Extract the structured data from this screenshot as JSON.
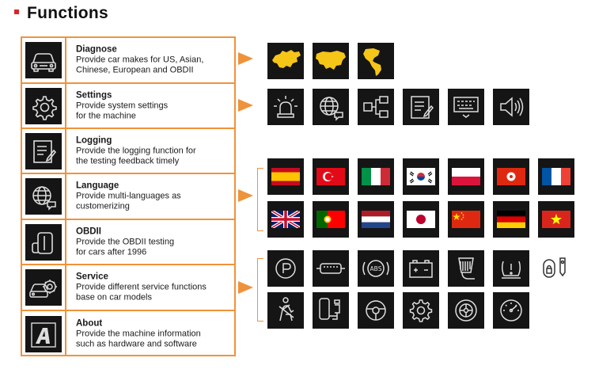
{
  "header": {
    "title": "Functions"
  },
  "functions": [
    {
      "name": "Diagnose",
      "desc": [
        "Provide car makes for US, Asian,",
        "Chinese, European and OBDII"
      ],
      "icon": "car-front-icon"
    },
    {
      "name": "Settings",
      "desc": [
        "Provide system settings",
        "for the machine"
      ],
      "icon": "gear-icon"
    },
    {
      "name": "Logging",
      "desc": [
        "Provide the logging function for",
        "the testing feedback timely"
      ],
      "icon": "log-document-icon"
    },
    {
      "name": "Language",
      "desc": [
        "Provide multi-languages as",
        "customerizing"
      ],
      "icon": "globe-chat-icon"
    },
    {
      "name": "OBDII",
      "desc": [
        "Provide the OBDII testing",
        "for cars after 1996"
      ],
      "icon": "obd-connector-icon"
    },
    {
      "name": "Service",
      "desc": [
        "Provide different service functions",
        "base on car models"
      ],
      "icon": "car-gear-icon"
    },
    {
      "name": "About",
      "desc": [
        "Provide the machine information",
        "such as hardware and software"
      ],
      "icon": "brand-logo-icon"
    }
  ],
  "diagnose_regions": [
    "europe-map-icon",
    "asia-map-icon",
    "america-map-icon"
  ],
  "settings_items": [
    "alarm-light-icon",
    "globe-chat-icon",
    "network-icon",
    "edit-document-icon",
    "keyboard-icon",
    "speaker-icon"
  ],
  "languages": [
    "Spanish",
    "Turkish",
    "Italian",
    "Korean",
    "Polish",
    "Hong Kong",
    "French",
    "English",
    "Portuguese",
    "Dutch",
    "Japanese",
    "Chinese",
    "German",
    "Vietnamese"
  ],
  "service_items": [
    "parking-brake-icon",
    "injector-icon",
    "abs-icon",
    "battery-icon",
    "oil-filter-icon",
    "tpms-icon",
    "key-fob-icon",
    "seatbelt-icon",
    "seat-icon",
    "steering-wheel-icon",
    "throttle-gear-icon",
    "wheel-icon",
    "gauge-icon"
  ],
  "colors": {
    "accent": "#f0923a",
    "tile": "#151515",
    "header_mark": "#d9252a"
  }
}
